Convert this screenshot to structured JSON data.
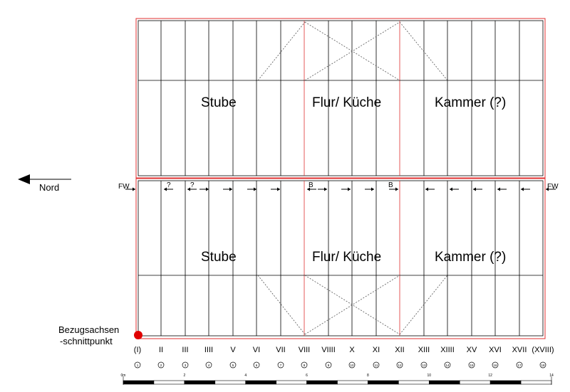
{
  "north": {
    "label": "Nord"
  },
  "rooms_upper": [
    "Stube",
    "Flur/ Küche",
    "Kammer (?)"
  ],
  "rooms_lower": [
    "Stube",
    "Flur/ Küche",
    "Kammer (?)"
  ],
  "fw_left": "FW",
  "fw_right": "FW",
  "marks": {
    "q1": "?",
    "q2": "?",
    "b1": "B",
    "b2": "B"
  },
  "reference_point": {
    "line1": "Bezugsachsen",
    "line2": "-schnittpunkt"
  },
  "axes_roman": [
    "(I)",
    "II",
    "III",
    "IIII",
    "V",
    "VI",
    "VII",
    "VIII",
    "VIIII",
    "X",
    "XI",
    "XII",
    "XIII",
    "XIIII",
    "XV",
    "XVI",
    "XVII",
    "(XVIII)"
  ],
  "axes_numbers": [
    "1",
    "2",
    "3",
    "4",
    "5",
    "6",
    "7",
    "8",
    "9",
    "10",
    "11",
    "12",
    "13",
    "14",
    "15",
    "16",
    "17",
    "18"
  ],
  "scale": {
    "labels": [
      "0m",
      "2",
      "4",
      "6",
      "8",
      "10",
      "12",
      "14"
    ]
  },
  "colors": {
    "outline": "#e03030",
    "point": "#e00000",
    "lines": "#000000"
  }
}
